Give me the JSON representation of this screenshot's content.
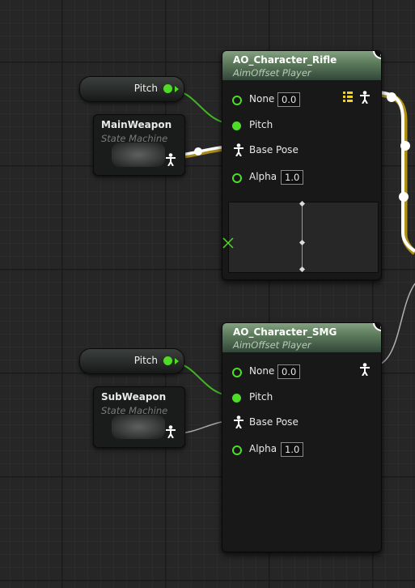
{
  "variables": [
    {
      "label": "Pitch"
    },
    {
      "label": "Pitch"
    }
  ],
  "state_machines": [
    {
      "title": "MainWeapon",
      "subtitle": "State Machine"
    },
    {
      "title": "SubWeapon",
      "subtitle": "State Machine"
    }
  ],
  "aim_offsets": [
    {
      "title": "AO_Character_Rifle",
      "subtitle": "AimOffset Player",
      "pins": {
        "none": "None",
        "pitch": "Pitch",
        "base_pose": "Base Pose",
        "alpha": "Alpha"
      },
      "none_value": "0.0",
      "alpha_value": "1.0"
    },
    {
      "title": "AO_Character_SMG",
      "subtitle": "AimOffset Player",
      "pins": {
        "none": "None",
        "pitch": "Pitch",
        "base_pose": "Base Pose",
        "alpha": "Alpha"
      },
      "none_value": "0.0",
      "alpha_value": "1.0"
    }
  ],
  "colors": {
    "float_pin": "#4fdc28",
    "pose_wire": "#ffffff",
    "exec_glow": "#f0d020",
    "node_header": "#5d7c5c"
  }
}
